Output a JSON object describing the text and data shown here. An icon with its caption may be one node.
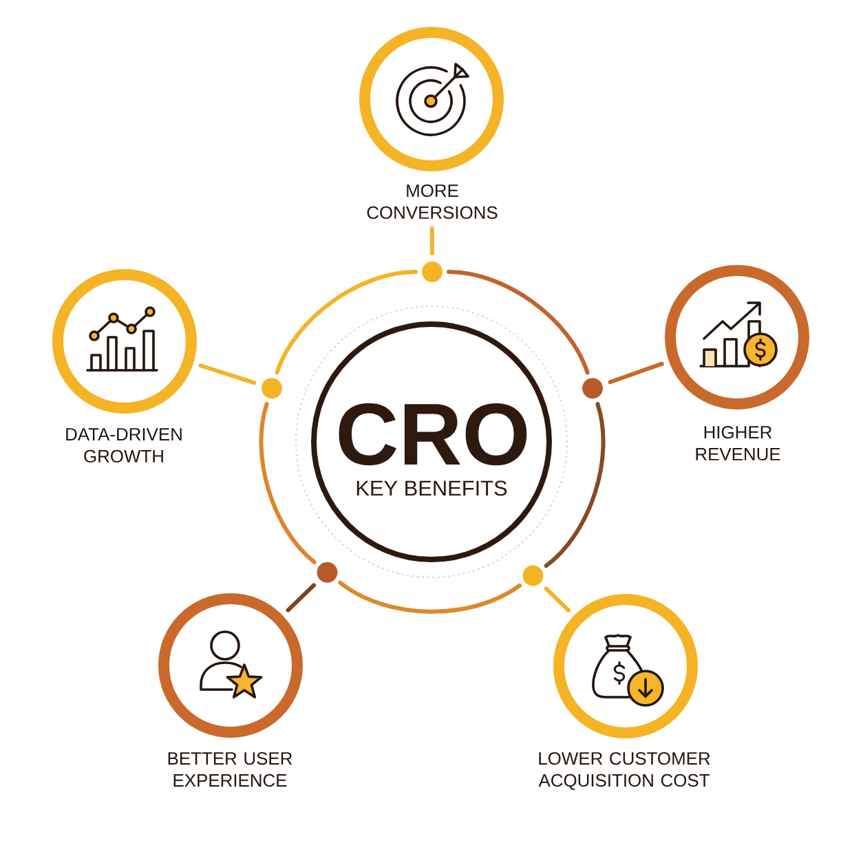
{
  "diagram": {
    "nodes": [
      {
        "text": [
          "MORE CONVERSIONS"
        ]
      },
      {
        "text": [],
        "shape": "circle"
      },
      {
        "text": [
          "DATA-DRIVEN GROWTH"
        ]
      },
      {
        "text": [
          "HIGHER REVENUE"
        ]
      },
      {
        "text": [],
        "shape": "circle"
      },
      {
        "text": [],
        "shape": "circle"
      },
      {
        "text": [
          "CRO",
          "KEY BENEFITS"
        ]
      },
      {
        "text": [],
        "shape": "circle"
      },
      {
        "text": [],
        "shape": "circle"
      },
      {
        "text": [
          "BETTER USER EXPERIENCE"
        ]
      },
      {
        "text": [
          "LOWER CUSTOMER ACQUISITION COST"
        ]
      }
    ],
    "edges": [
      {
        "from": 1,
        "to": 0,
        "arrow": "none"
      },
      {
        "from": 4,
        "to": 2,
        "arrow": "none"
      },
      {
        "from": 5,
        "to": 3,
        "arrow": "none",
        "color": "#c8692b"
      },
      {
        "from": 7,
        "to": 9,
        "arrow": "none",
        "color": "#7b4420"
      },
      {
        "from": 8,
        "to": 10,
        "arrow": "none"
      },
      {
        "from": 1,
        "to": 4,
        "arrow": "none"
      },
      {
        "from": 4,
        "to": 7,
        "arrow": "none",
        "color": "#df852c"
      },
      {
        "from": 7,
        "to": 8,
        "arrow": "none",
        "color": "#dc8a2c"
      },
      {
        "from": 8,
        "to": 5,
        "arrow": "none",
        "color": "#874a23"
      },
      {
        "from": 5,
        "to": 1,
        "arrow": "none",
        "color": "#c2632a"
      }
    ]
  }
}
